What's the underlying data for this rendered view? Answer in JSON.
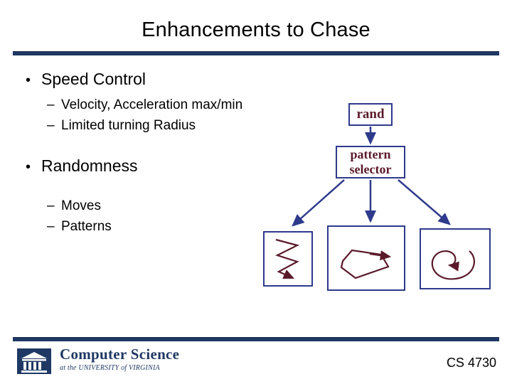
{
  "slide": {
    "title": "Enhancements to Chase",
    "bullets": [
      {
        "level1": "Speed Control",
        "marker": "•",
        "sub": [
          {
            "marker": "–",
            "text": "Velocity, Acceleration max/min"
          },
          {
            "marker": "–",
            "text": "Limited turning Radius"
          }
        ]
      },
      {
        "level1": "Randomness",
        "marker": "•",
        "sub": [
          {
            "marker": "–",
            "text": "Moves"
          },
          {
            "marker": "–",
            "text": "Patterns"
          }
        ]
      }
    ],
    "diagram": {
      "nodes": [
        {
          "name": "rand",
          "label": "rand"
        },
        {
          "name": "pattern-selector",
          "label_line1": "pattern",
          "label_line2": "selector"
        }
      ],
      "outputs": [
        {
          "name": "zigzag-pattern",
          "label": ""
        },
        {
          "name": "polygon-pattern",
          "label": ""
        },
        {
          "name": "loop-pattern",
          "label": ""
        }
      ]
    },
    "footer": {
      "logo_main": "Computer Science",
      "logo_sub": "at the UNIVERSITY of VIRGINIA",
      "course_id": "CS 4730"
    },
    "colors": {
      "rule": "#1f3864",
      "node_border": "#2e3a8c",
      "node_text": "#5a1a2a",
      "arrow": "#2e3a8c",
      "sketch": "#5a1a2a"
    }
  }
}
